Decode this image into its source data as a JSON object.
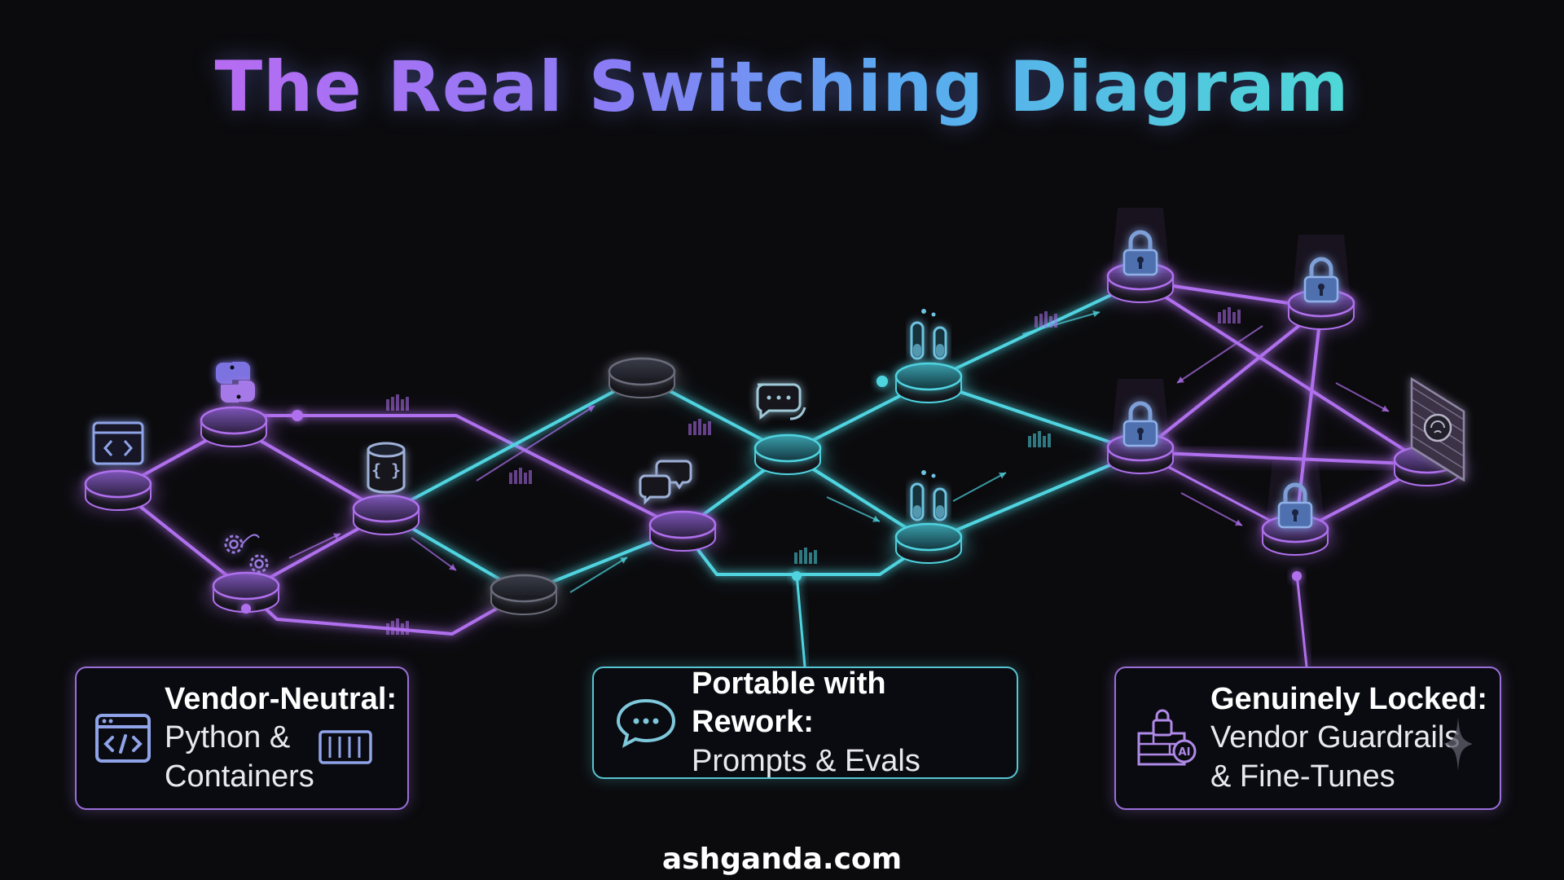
{
  "title": "The Real Switching Diagram",
  "cards": [
    {
      "heading": "Vendor-Neutral:",
      "lines": [
        "Python &",
        "Containers"
      ],
      "color": "#9a6fd8"
    },
    {
      "heading": "Portable with Rework:",
      "lines": [
        "Prompts & Evals"
      ],
      "color": "#57c4d0"
    },
    {
      "heading": "Genuinely Locked:",
      "lines": [
        "Vendor Guardrails",
        "& Fine-Tunes"
      ],
      "color": "#9a6fd8"
    }
  ],
  "footer": "ashganda.com",
  "colors": {
    "purple": "#b070ee",
    "teal": "#4fd4e0",
    "background": "#0b0b0e"
  }
}
